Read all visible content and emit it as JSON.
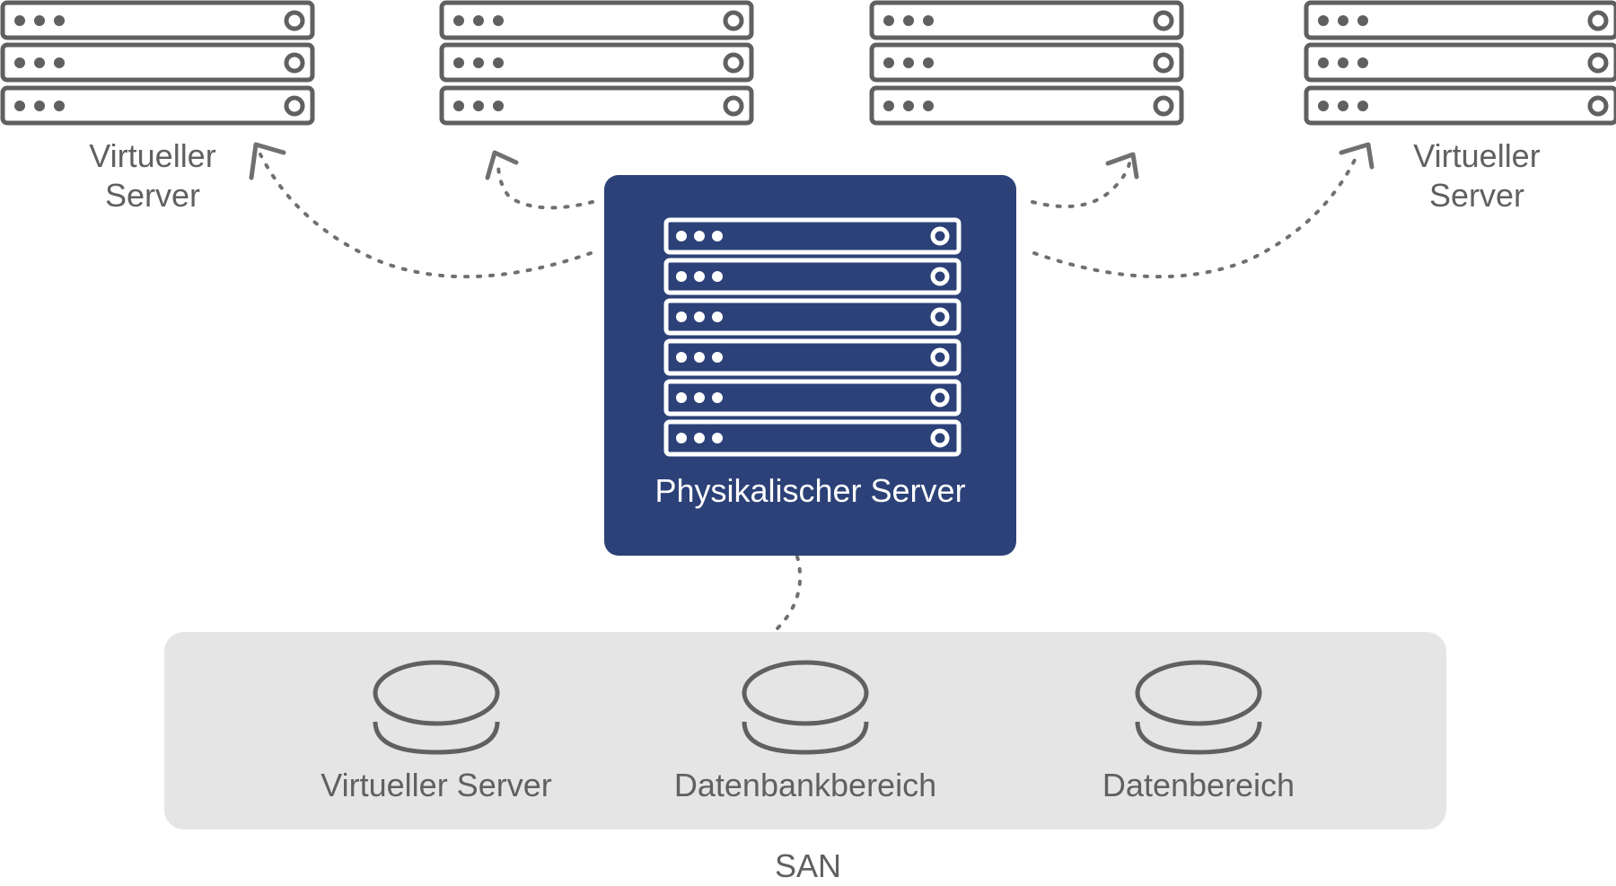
{
  "virtual_servers": {
    "left_label": "Virtueller\nServer",
    "right_label": "Virtueller\nServer"
  },
  "physical_server": {
    "label": "Physikalischer Server"
  },
  "san": {
    "title": "SAN",
    "items": [
      {
        "label": "Virtueller Server",
        "icon": "database-disk-icon"
      },
      {
        "label": "Datenbankbereich",
        "icon": "database-disk-icon"
      },
      {
        "label": "Datenbereich",
        "icon": "database-disk-icon"
      }
    ]
  },
  "colors": {
    "physical_box": "#2c4178",
    "gray_stroke": "#606060",
    "san_background": "#e5e5e5"
  }
}
